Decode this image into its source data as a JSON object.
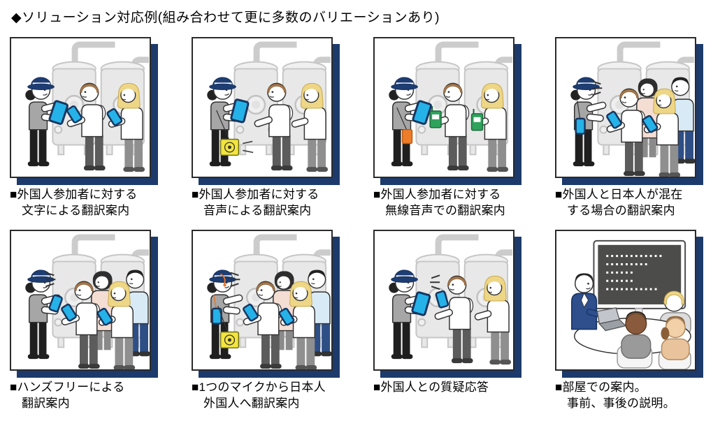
{
  "title": "◆ソリューション対応例(組み合わせて更に多数のバリエーションあり)",
  "accent_colors": {
    "panel_shadow_navy": "#1c3a6b",
    "device_blue": "#25b2e8",
    "speaker_yellow": "#f3e53d",
    "radio_green": "#2fa35c",
    "transmitter_orange": "#ee7d2a"
  },
  "panels": [
    {
      "caption_line1": "■外国人参加者に対する",
      "caption_line2": "文字による翻訳案内",
      "scene": "guide-shows-tablet-two-visitors-read-blue-phones-factory-tanks"
    },
    {
      "caption_line1": "■外国人参加者に対する",
      "caption_line2": "音声による翻訳案内",
      "scene": "guide-with-tablet-and-yellow-speaker-visitors-listen"
    },
    {
      "caption_line1": "■外国人参加者に対する",
      "caption_line2": "無線音声での翻訳案内",
      "scene": "guide-with-orange-transmitter-visitors-hold-green-radio-receivers"
    },
    {
      "caption_line1": "■外国人と日本人が混在",
      "caption_line2": "する場合の翻訳案内",
      "scene": "guide-speaks-mixed-group-of-four-some-hold-blue-phones"
    },
    {
      "caption_line1": "■ハンズフリーによる",
      "caption_line2": "翻訳案内",
      "scene": "guide-hands-free-phone-speaking-crowd-holds-phones"
    },
    {
      "caption_line1": "■1つのマイクから日本人",
      "caption_line2": "外国人へ翻訳案内",
      "scene": "guide-with-headset-mic-yellow-speaker-crowd-holds-phones"
    },
    {
      "caption_line1": "■外国人との質疑応答",
      "caption_line2": "",
      "scene": "visitor-speaks-into-phone-guide-holds-tablet"
    },
    {
      "caption_line1": "■部屋での案内。",
      "caption_line2": "事前、事後の説明。",
      "scene": "meeting-room-presenter-laptop-dark-screen-three-attendees-round-table"
    }
  ]
}
